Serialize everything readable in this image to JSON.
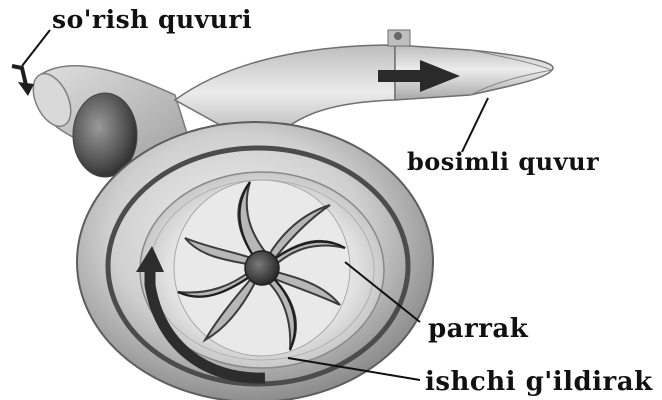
{
  "labels": {
    "suction_pipe": "so'rish quvuri",
    "pressure_pipe": "bosimli quvur",
    "blade": "parrak",
    "impeller": "ishchi g'ildirak"
  },
  "colors": {
    "background": "#ffffff",
    "metal_dark": "#3a3a3a",
    "metal_mid": "#8a8a8a",
    "metal_light": "#d8d8d8",
    "arrow": "#2a2a2a",
    "text": "#111111"
  },
  "icons": {
    "flow_arrow_outlet": "arrow-right",
    "rotation_arrow": "arrow-up",
    "inlet_marker": "arrow-down"
  }
}
